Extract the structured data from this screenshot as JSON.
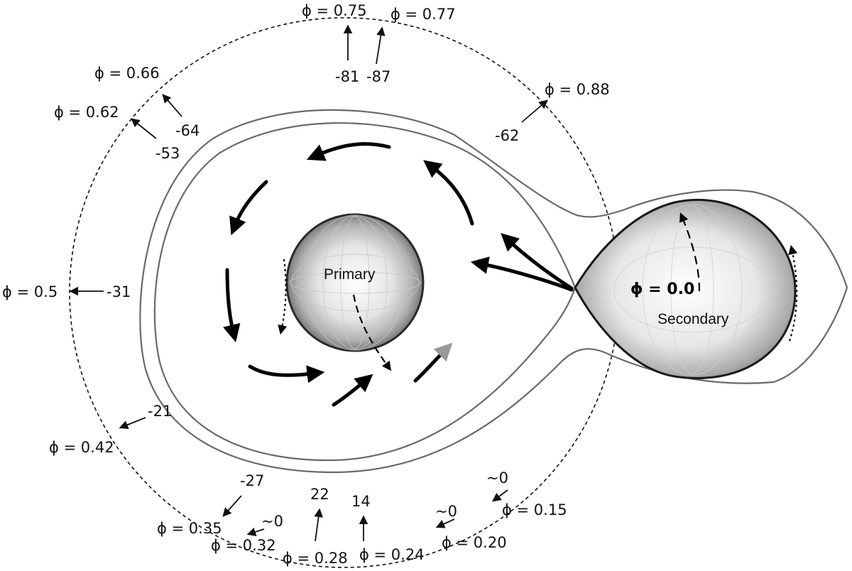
{
  "labels": {
    "primary": "Primary",
    "secondary": "Secondary",
    "phase_zero": "ϕ = 0.0"
  },
  "phases": [
    {
      "id": "p075",
      "phase": "ϕ = 0.75",
      "velocity": "-81"
    },
    {
      "id": "p077",
      "phase": "ϕ = 0.77",
      "velocity": "-87"
    },
    {
      "id": "p066",
      "phase": "ϕ = 0.66",
      "velocity": "-64"
    },
    {
      "id": "p062",
      "phase": "ϕ = 0.62",
      "velocity": "-53"
    },
    {
      "id": "p088",
      "phase": "ϕ = 0.88",
      "velocity": "-62"
    },
    {
      "id": "p050",
      "phase": "ϕ = 0.5",
      "velocity": "-31"
    },
    {
      "id": "p042",
      "phase": "ϕ = 0.42",
      "velocity": "-21"
    },
    {
      "id": "p035",
      "phase": "ϕ = 0.35",
      "velocity": "-27"
    },
    {
      "id": "p032",
      "phase": "ϕ = 0.32",
      "velocity": "~0"
    },
    {
      "id": "p028",
      "phase": "ϕ = 0.28",
      "velocity": "22"
    },
    {
      "id": "p024",
      "phase": "ϕ = 0.24",
      "velocity": "14"
    },
    {
      "id": "p020",
      "phase": "ϕ = 0.20",
      "velocity": "~0"
    },
    {
      "id": "p015",
      "phase": "ϕ = 0.15",
      "velocity": "~0"
    }
  ],
  "colors": {
    "ink": "#111111",
    "lobe": "#6a6a6a",
    "star_shade": "#9a9a9a",
    "gray_arrow": "#999999"
  }
}
